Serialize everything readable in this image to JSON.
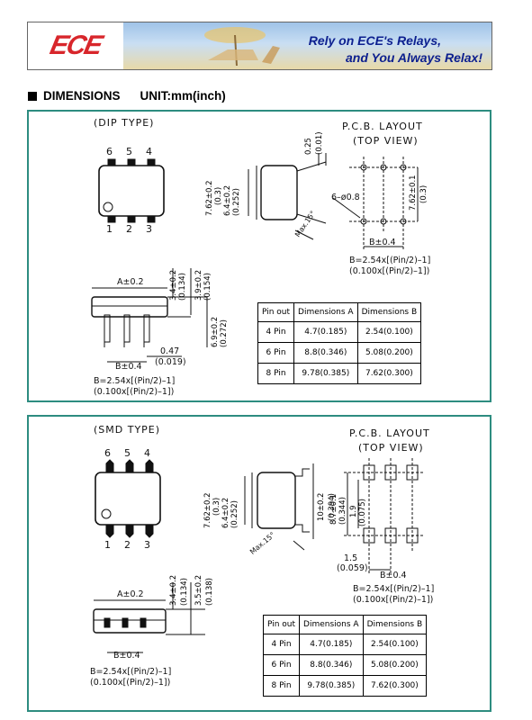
{
  "banner": {
    "logo": "ECE",
    "tagline_1": "Rely on ECE's Relays,",
    "tagline_2": "and You Always Relax!"
  },
  "heading": {
    "title": "DIMENSIONS",
    "unit": "UNIT:mm(inch)"
  },
  "dip": {
    "type_label": "(DIP TYPE)",
    "pins_top": [
      "6",
      "5",
      "4"
    ],
    "pins_bottom": [
      "1",
      "2",
      "3"
    ],
    "pcb_title": "P.C.B. LAYOUT",
    "pcb_subtitle": "(TOP VIEW)",
    "d_025": "0.25",
    "d_001": "(0.01)",
    "d_762": "7.62±0.2",
    "d_03": "(0.3)",
    "d_64": "6.4±0.2",
    "d_0252": "(0.252)",
    "d_max15": "Max.15°",
    "d_hole": "6–ø0.8",
    "d_pcb762": "7.62±0.1",
    "d_pcb03": "(0.3)",
    "d_b04": "B±0.4",
    "d_formula1": "B=2.54x[(Pin/2)–1]",
    "d_formula2": "(0.100x[(Pin/2)–1])",
    "d_a02": "A±0.2",
    "d_34": "3.4±0.2",
    "d_0134": "(0.134)",
    "d_39": "3.9±0.2",
    "d_0154": "(0.154)",
    "d_69": "6.9±0.2",
    "d_0272": "(0.272)",
    "d_047": "0.47",
    "d_0019": "(0.019)",
    "table": {
      "headers": [
        "Pin out",
        "Dimensions A",
        "Dimensions B"
      ],
      "rows": [
        [
          "4 Pin",
          "4.7(0.185)",
          "2.54(0.100)"
        ],
        [
          "6 Pin",
          "8.8(0.346)",
          "5.08(0.200)"
        ],
        [
          "8 Pin",
          "9.78(0.385)",
          "7.62(0.300)"
        ]
      ]
    }
  },
  "smd": {
    "type_label": "(SMD TYPE)",
    "pins_top": [
      "6",
      "5",
      "4"
    ],
    "pins_bottom": [
      "1",
      "2",
      "3"
    ],
    "pcb_title": "P.C.B. LAYOUT",
    "pcb_subtitle": "(TOP VIEW)",
    "d_762": "7.62±0.2",
    "d_03": "(0.3)",
    "d_64": "6.4±0.2",
    "d_0252": "(0.252)",
    "d_10": "10±0.2",
    "d_0394": "(0.394)",
    "d_max15": "Max.15°",
    "d_87": "8.7±0.1",
    "d_0344": "(0.344)",
    "d_19": "1.9",
    "d_0075": "(0.075)",
    "d_15": "1.5",
    "d_0059": "(0.059)",
    "d_b04": "B±0.4",
    "d_formula1": "B=2.54x[(Pin/2)–1]",
    "d_formula2": "(0.100x[(Pin/2)–1])",
    "d_a02": "A±0.2",
    "d_34": "3.4±0.2",
    "d_0134": "(0.134)",
    "d_35": "3.5±0.2",
    "d_0138": "(0.138)",
    "table": {
      "headers": [
        "Pin out",
        "Dimensions A",
        "Dimensions B"
      ],
      "rows": [
        [
          "4 Pin",
          "4.7(0.185)",
          "2.54(0.100)"
        ],
        [
          "6 Pin",
          "8.8(0.346)",
          "5.08(0.200)"
        ],
        [
          "8 Pin",
          "9.78(0.385)",
          "7.62(0.300)"
        ]
      ]
    }
  }
}
